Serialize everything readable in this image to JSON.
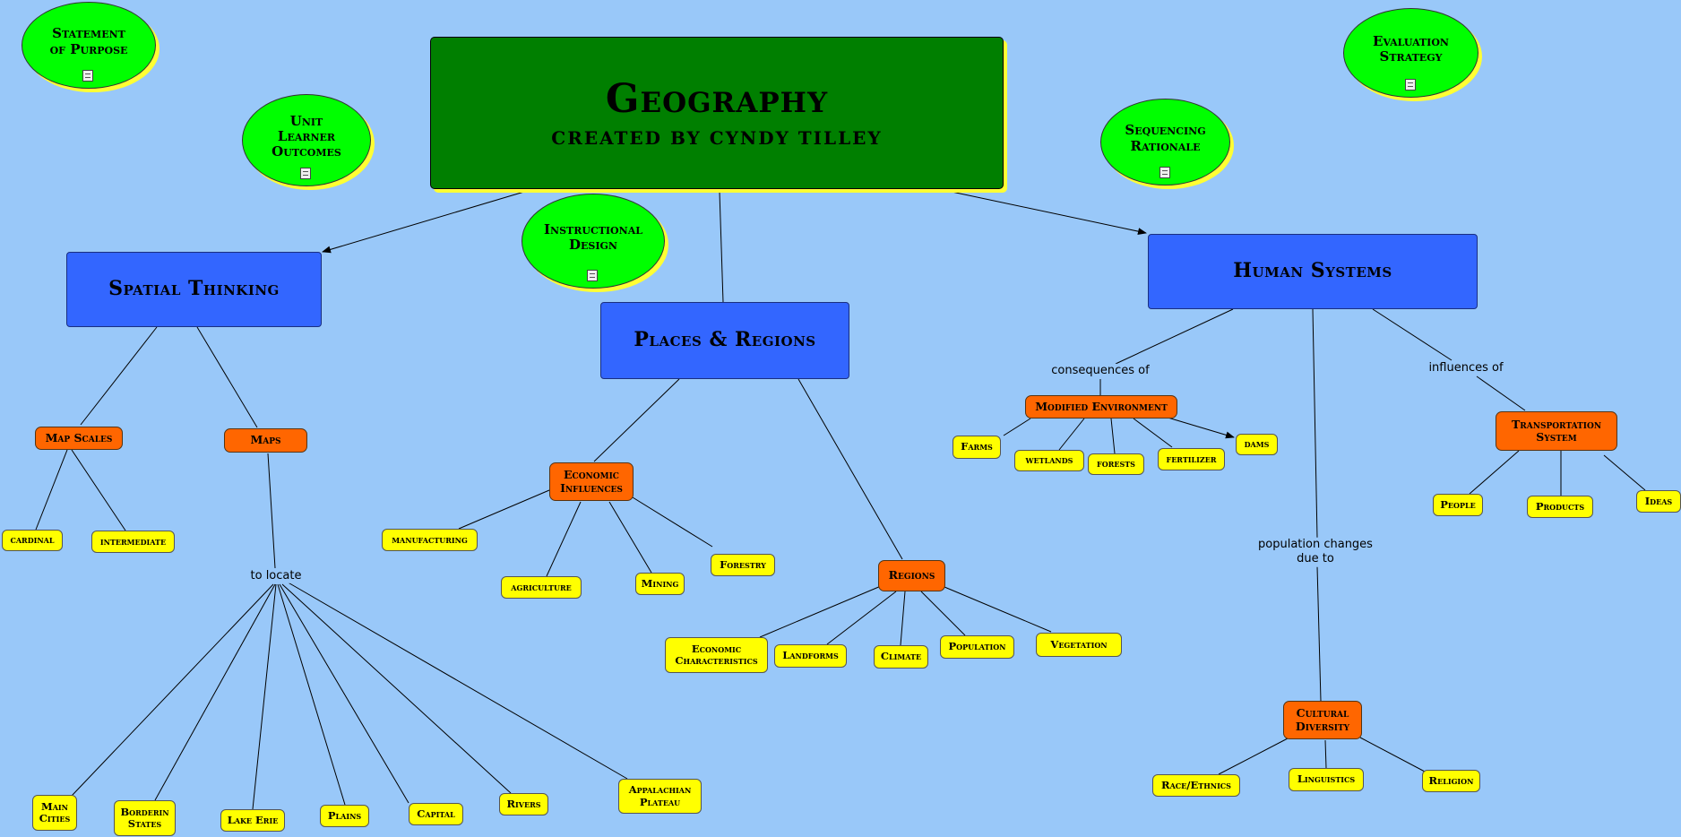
{
  "title": {
    "main": "Geography",
    "subtitle": "CREATED BY CYNDY TILLEY"
  },
  "ovals": {
    "statement": "Statement of Purpose",
    "outcomes": "Unit Learner Outcomes",
    "instructional": "Instructional Design",
    "sequencing": "Sequencing Rationale",
    "evaluation": "Evaluation Strategy"
  },
  "topics": {
    "spatial": "Spatial Thinking",
    "places": "Places & Regions",
    "human": "Human Systems"
  },
  "subtopics": {
    "map_scales": "Map Scales",
    "maps": "Maps",
    "economic": "Economic Influences",
    "regions": "Regions",
    "modified": "Modified Environment",
    "transportation": "Transportation System",
    "cultural": "Cultural Diversity"
  },
  "leaves": {
    "cardinal": "cardinal",
    "intermediate": "intermediate",
    "main_cities": "Main Cities",
    "borderin_states": "Borderin States",
    "lake_erie": "Lake Erie",
    "plains": "Plains",
    "capital": "Capital",
    "rivers": "Rivers",
    "appalachian": "Appalachian Plateau",
    "manufacturing": "manufacturing",
    "agriculture": "agriculture",
    "mining": "Mining",
    "forestry": "Forestry",
    "economic_char": "Economic Characteristics",
    "landforms": "Landforms",
    "climate": "Climate",
    "population": "Population",
    "vegetation": "Vegetation",
    "farms": "Farms",
    "wetlands": "wetlands",
    "forests": "forests",
    "fertilizer": "fertilizer",
    "dams": "dams",
    "people": "People",
    "products": "Products",
    "ideas": "Ideas",
    "race": "Race/Ethnics",
    "linguistics": "Linguistics",
    "religion": "Religion"
  },
  "link_labels": {
    "to_locate": "to locate",
    "consequences_of": "consequences of",
    "influences_of": "influences of",
    "population_changes": "population changes\ndue to"
  },
  "colors": {
    "background": "#99c8f9",
    "title_box": "#007f00",
    "oval": "#00ff00",
    "topic": "#3366ff",
    "subtopic": "#ff6600",
    "leaf": "#ffff00",
    "shadow": "#ffff33"
  }
}
